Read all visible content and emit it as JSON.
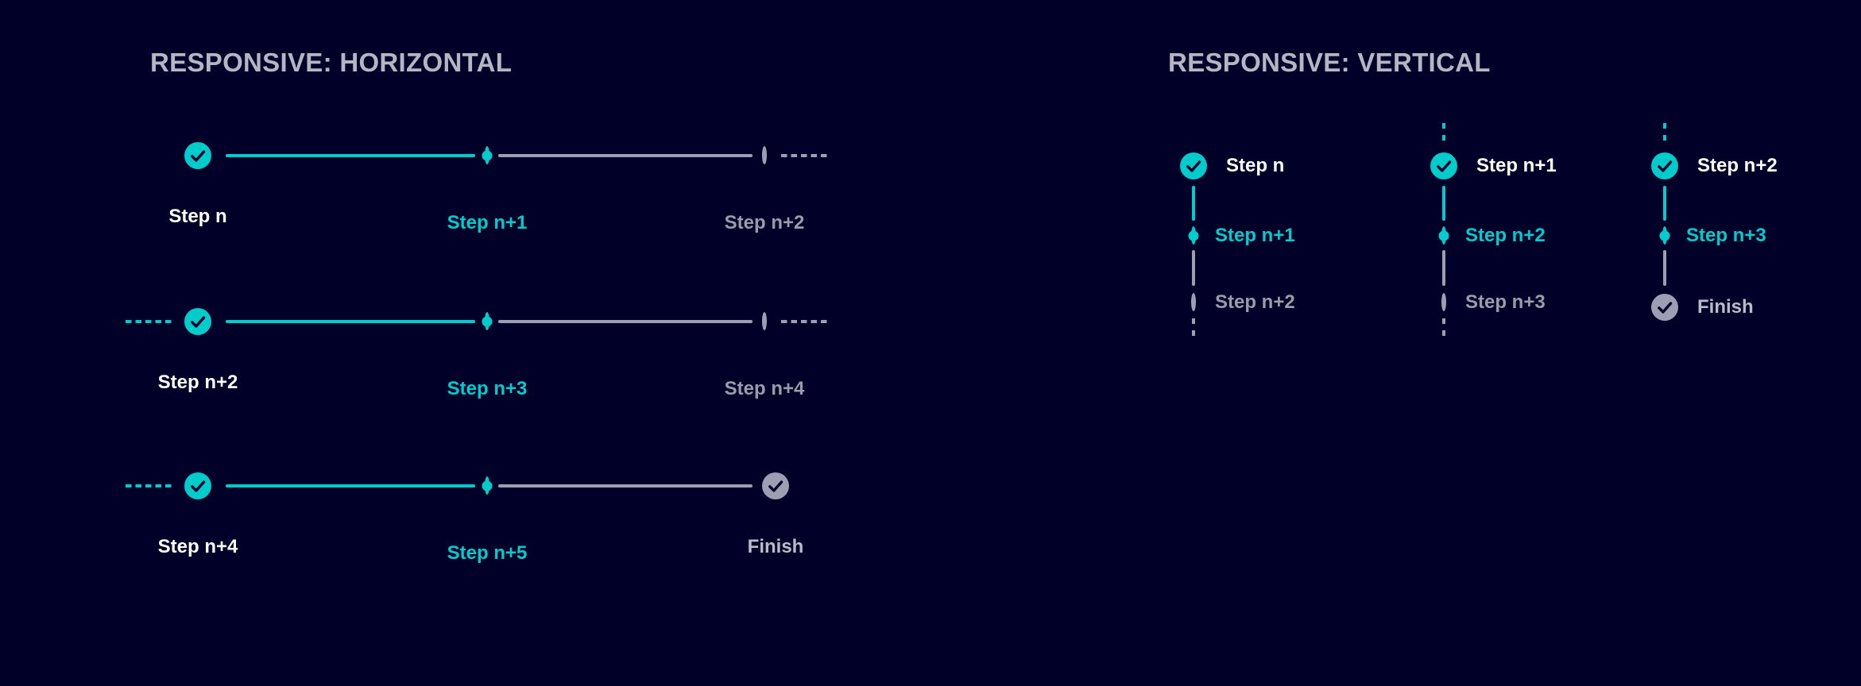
{
  "colors": {
    "background": "#000028",
    "primary_teal": "#00cccc",
    "gray": "#9d9db3",
    "title_text": "#b5b5c3",
    "done_label_text": "#ffffff",
    "current_label_text": "#00cccc",
    "future_label_text": "#9b9bac",
    "finish_label_text": "#bcbcc9",
    "check_mark": "#000028"
  },
  "horizontal_section": {
    "title": "RESPONSIVE: HORIZONTAL",
    "rows": [
      {
        "leading_continuation": "none",
        "trailing_continuation": "future-dashed",
        "steps": [
          {
            "state": "done",
            "icon": "check-circle-icon",
            "label": "Step n"
          },
          {
            "state": "current",
            "icon": "radio-dot-icon",
            "label": "Step n+1"
          },
          {
            "state": "open",
            "icon": "empty-circle-icon",
            "label": "Step n+2"
          }
        ]
      },
      {
        "leading_continuation": "done-dashed",
        "trailing_continuation": "future-dashed",
        "steps": [
          {
            "state": "done",
            "icon": "check-circle-icon",
            "label": "Step n+2"
          },
          {
            "state": "current",
            "icon": "radio-dot-icon",
            "label": "Step n+3"
          },
          {
            "state": "open",
            "icon": "empty-circle-icon",
            "label": "Step n+4"
          }
        ]
      },
      {
        "leading_continuation": "done-dashed",
        "trailing_continuation": "none",
        "steps": [
          {
            "state": "done",
            "icon": "check-circle-icon",
            "label": "Step n+4"
          },
          {
            "state": "current",
            "icon": "radio-dot-icon",
            "label": "Step n+5"
          },
          {
            "state": "finish",
            "icon": "check-circle-gray-icon",
            "label": "Finish"
          }
        ]
      }
    ]
  },
  "vertical_section": {
    "title": "RESPONSIVE: VERTICAL",
    "columns": [
      {
        "leading_continuation": "none",
        "trailing_continuation": "future-dashed",
        "steps": [
          {
            "state": "done",
            "icon": "check-circle-icon",
            "label": "Step n"
          },
          {
            "state": "current",
            "icon": "radio-dot-icon",
            "label": "Step n+1"
          },
          {
            "state": "open",
            "icon": "empty-circle-icon",
            "label": "Step n+2"
          }
        ]
      },
      {
        "leading_continuation": "done-dashed",
        "trailing_continuation": "future-dashed",
        "steps": [
          {
            "state": "done",
            "icon": "check-circle-icon",
            "label": "Step n+1"
          },
          {
            "state": "current",
            "icon": "radio-dot-icon",
            "label": "Step n+2"
          },
          {
            "state": "open",
            "icon": "empty-circle-icon",
            "label": "Step n+3"
          }
        ]
      },
      {
        "leading_continuation": "done-dashed",
        "trailing_continuation": "none",
        "steps": [
          {
            "state": "done",
            "icon": "check-circle-icon",
            "label": "Step n+2"
          },
          {
            "state": "current",
            "icon": "radio-dot-icon",
            "label": "Step n+3"
          },
          {
            "state": "finish",
            "icon": "check-circle-gray-icon",
            "label": "Finish"
          }
        ]
      }
    ]
  }
}
